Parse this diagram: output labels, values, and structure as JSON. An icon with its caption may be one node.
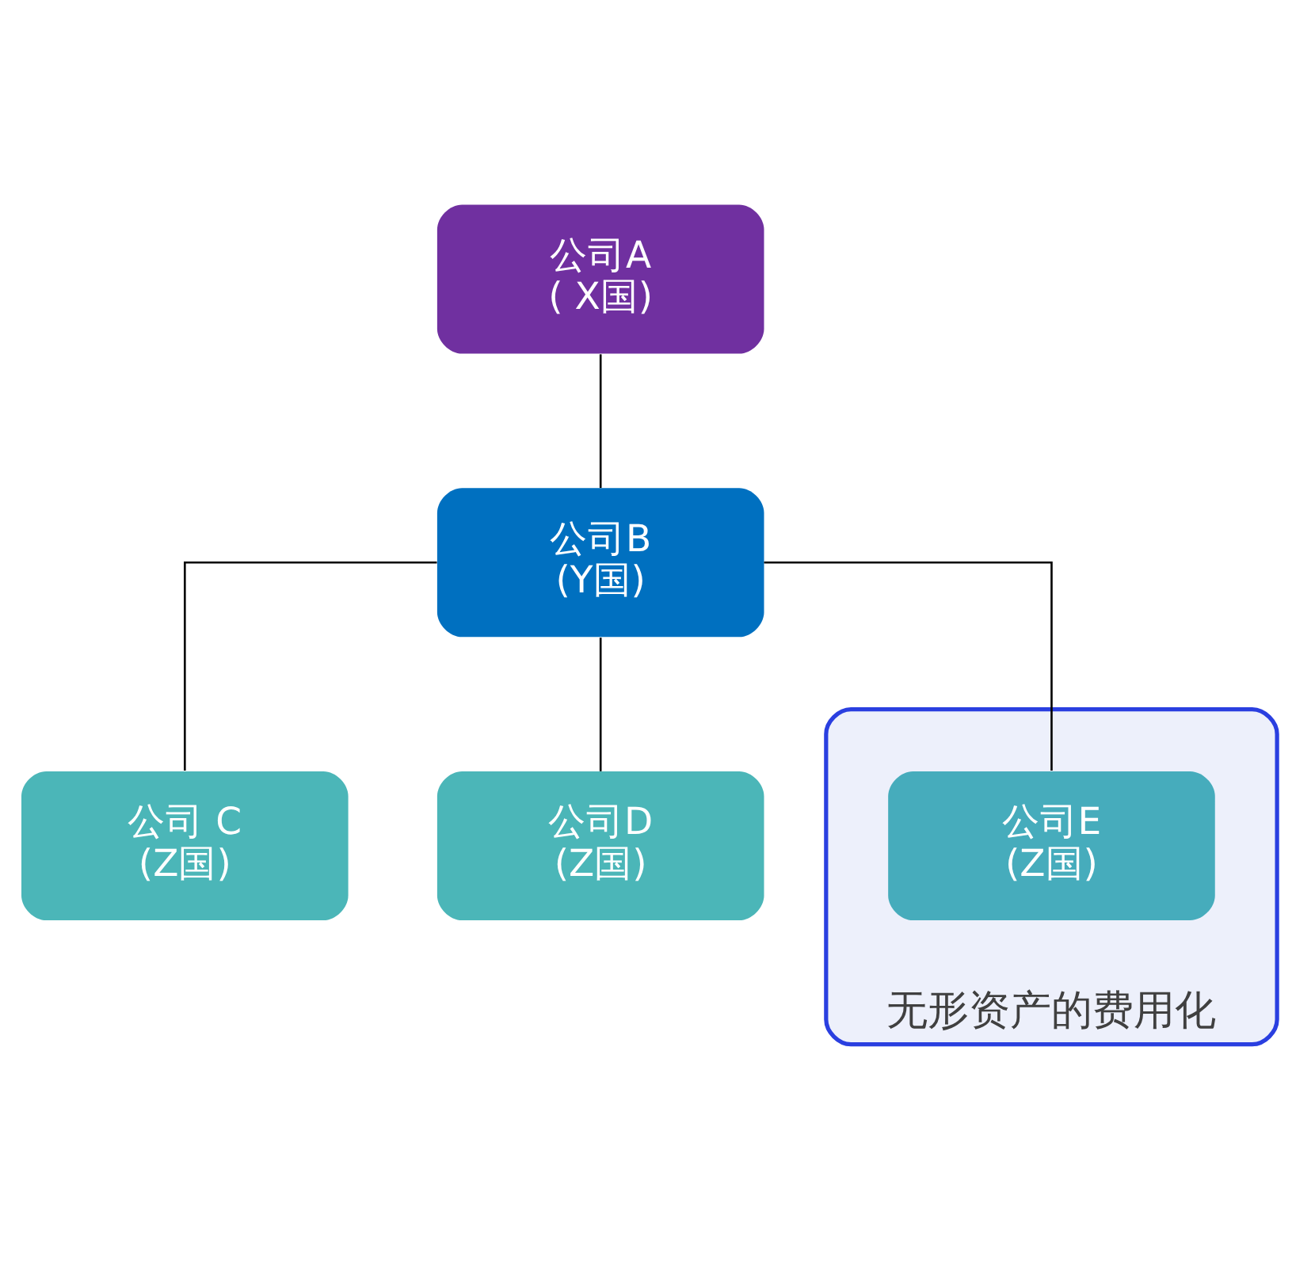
{
  "diagram": {
    "nodes": [
      {
        "text": [
          "公司A",
          "( X国)"
        ]
      },
      {
        "text": [
          "公司B",
          "(Y国)"
        ]
      },
      {
        "text": [
          "公司 C",
          "(Z国)"
        ]
      },
      {
        "text": [
          "公司D",
          "(Z国)"
        ]
      },
      {
        "text": [
          "无形资产的费用化"
        ]
      },
      {
        "text": [
          "公司E",
          "(Z国)"
        ],
        "in": 4
      }
    ],
    "edges": [
      {
        "from": 0,
        "to": 1,
        "arrow": "none"
      },
      {
        "from": 1,
        "to": 2,
        "arrow": "none"
      },
      {
        "from": 1,
        "to": 3,
        "arrow": "none"
      },
      {
        "from": 1,
        "to": 5,
        "arrow": "none"
      }
    ]
  }
}
